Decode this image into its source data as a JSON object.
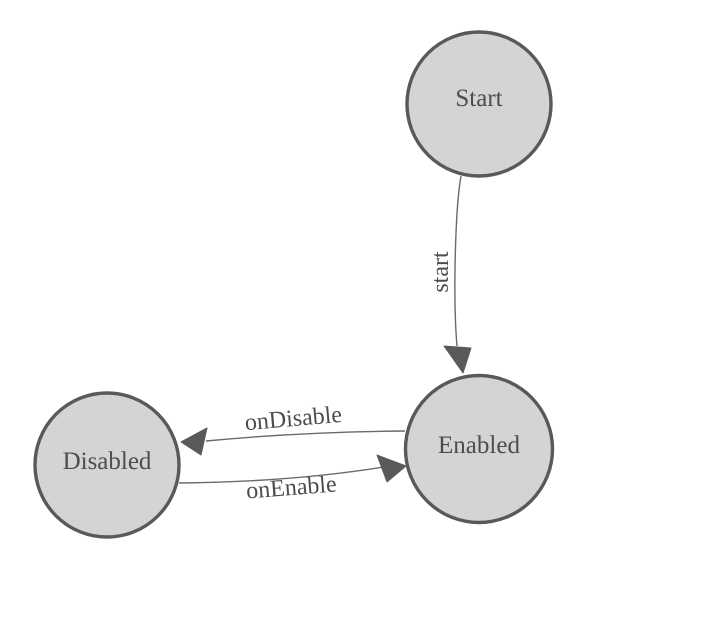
{
  "diagram": {
    "kind": "state-machine-graph",
    "nodes": [
      {
        "id": "start",
        "label": "Start"
      },
      {
        "id": "enabled",
        "label": "Enabled"
      },
      {
        "id": "disabled",
        "label": "Disabled"
      }
    ],
    "edges": [
      {
        "id": "start-transition",
        "label": "start",
        "from": "Start",
        "to": "Enabled"
      },
      {
        "id": "on-disable",
        "label": "onDisable",
        "from": "Enabled",
        "to": "Disabled"
      },
      {
        "id": "on-enable",
        "label": "onEnable",
        "from": "Disabled",
        "to": "Enabled"
      }
    ],
    "colors": {
      "background": "#ffffff",
      "node_fill": "#d4d4d4",
      "node_stroke": "#595959",
      "edge_line": "#6a6a6a",
      "arrowhead": "#5a5a5a",
      "label_text": "#4d4d4d"
    }
  }
}
